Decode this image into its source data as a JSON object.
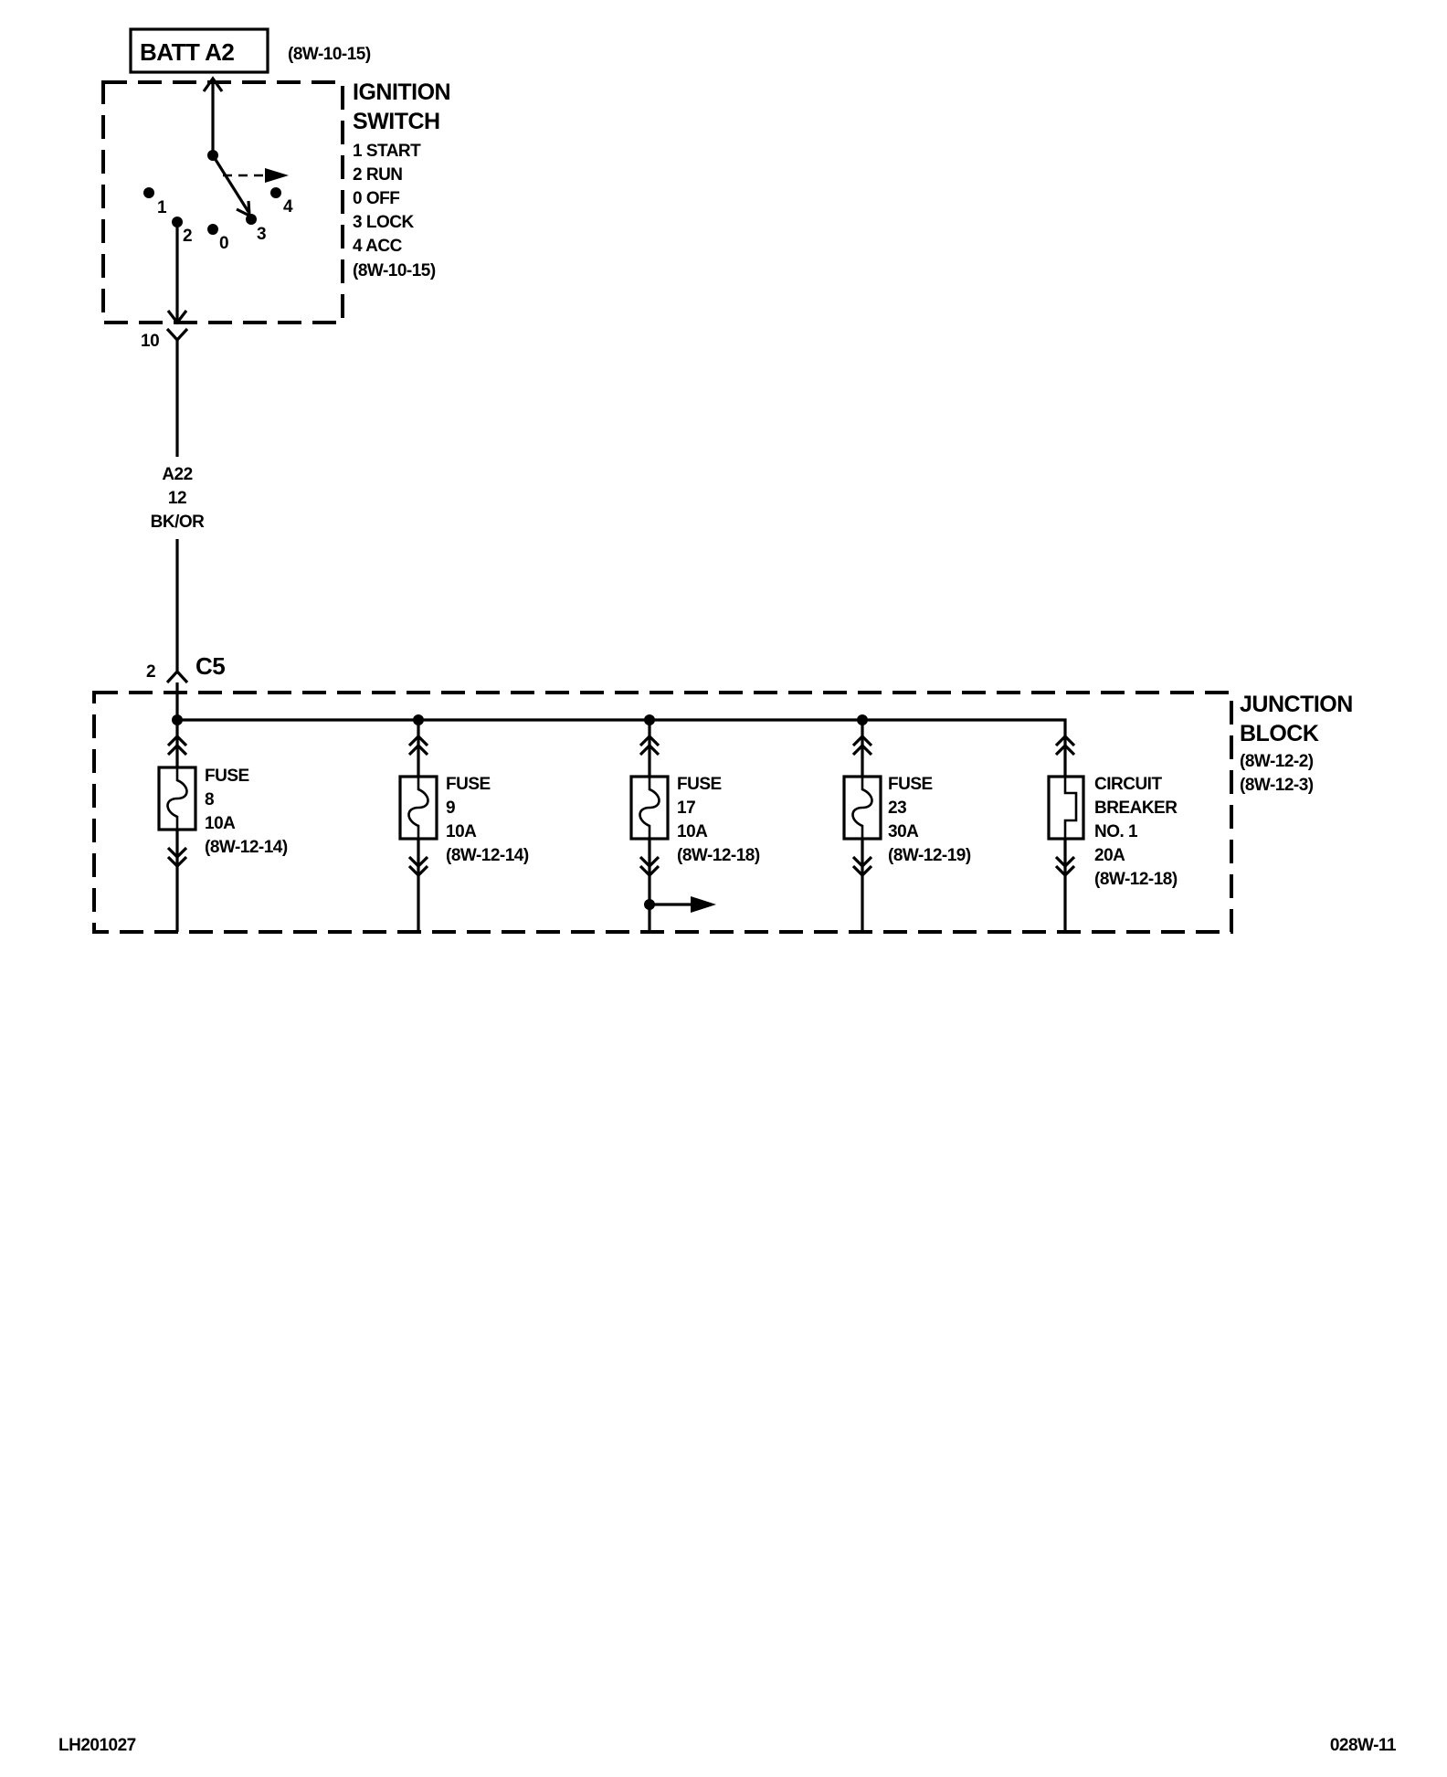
{
  "batt": {
    "label": "BATT A2",
    "ref": "(8W-10-15)"
  },
  "ignition": {
    "title_1": "IGNITION",
    "title_2": "SWITCH",
    "legend": [
      "1 START",
      "2 RUN",
      "0 OFF",
      "3 LOCK",
      "4 ACC"
    ],
    "ref": "(8W-10-15)",
    "positions": [
      "1",
      "2",
      "0",
      "3",
      "4"
    ],
    "output_pin": "10"
  },
  "wire": {
    "circuit": "A22",
    "gauge": "12",
    "color": "BK/OR"
  },
  "connector": {
    "pin": "2",
    "name": "C5"
  },
  "junction": {
    "title_1": "JUNCTION",
    "title_2": "BLOCK",
    "refs": [
      "(8W-12-2)",
      "(8W-12-3)"
    ]
  },
  "fuses": [
    {
      "label": "FUSE",
      "number": "8",
      "rating": "10A",
      "ref": "(8W-12-14)"
    },
    {
      "label": "FUSE",
      "number": "9",
      "rating": "10A",
      "ref": "(8W-12-14)"
    },
    {
      "label": "FUSE",
      "number": "17",
      "rating": "10A",
      "ref": "(8W-12-18)"
    },
    {
      "label": "FUSE",
      "number": "23",
      "rating": "30A",
      "ref": "(8W-12-19)"
    }
  ],
  "breaker": {
    "label_1": "CIRCUIT",
    "label_2": "BREAKER",
    "number": "NO. 1",
    "rating": "20A",
    "ref": "(8W-12-18)"
  },
  "footer": {
    "left": "LH201027",
    "right": "028W-11"
  }
}
